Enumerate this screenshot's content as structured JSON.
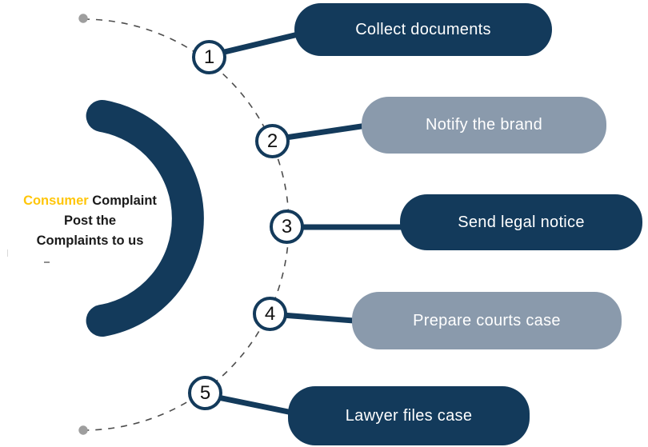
{
  "diagram": {
    "center": {
      "title_highlight": "Consumer",
      "title_rest": " Complaint",
      "line2": "Post the",
      "line3": "Complaints to us"
    },
    "steps": [
      {
        "number": "1",
        "label": "Collect documents",
        "variant": "navy"
      },
      {
        "number": "2",
        "label": "Notify the brand",
        "variant": "gray"
      },
      {
        "number": "3",
        "label": "Send legal notice",
        "variant": "navy"
      },
      {
        "number": "4",
        "label": "Prepare courts case",
        "variant": "gray"
      },
      {
        "number": "5",
        "label": "Lawyer files case",
        "variant": "navy"
      }
    ],
    "colors": {
      "navy": "#133A5B",
      "gray_blue": "#8A9AAC",
      "yellow": "#FFC60A",
      "dot_gray": "#9E9E9E",
      "dash_gray": "#4D4D4D",
      "text_dark": "#1A1A1A"
    }
  }
}
